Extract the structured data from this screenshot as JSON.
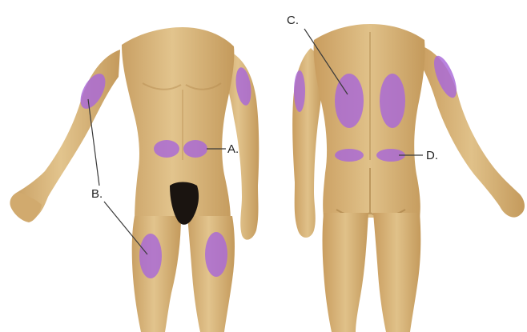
{
  "labels": {
    "a": "A.",
    "b": "B.",
    "c": "C.",
    "d": "D."
  },
  "colors": {
    "skin": "#d9b67a",
    "skin_shadow": "#b48a4e",
    "injection_site": "#a868d8",
    "hair": "#1a1410",
    "leader_line": "#3a3a3a"
  }
}
